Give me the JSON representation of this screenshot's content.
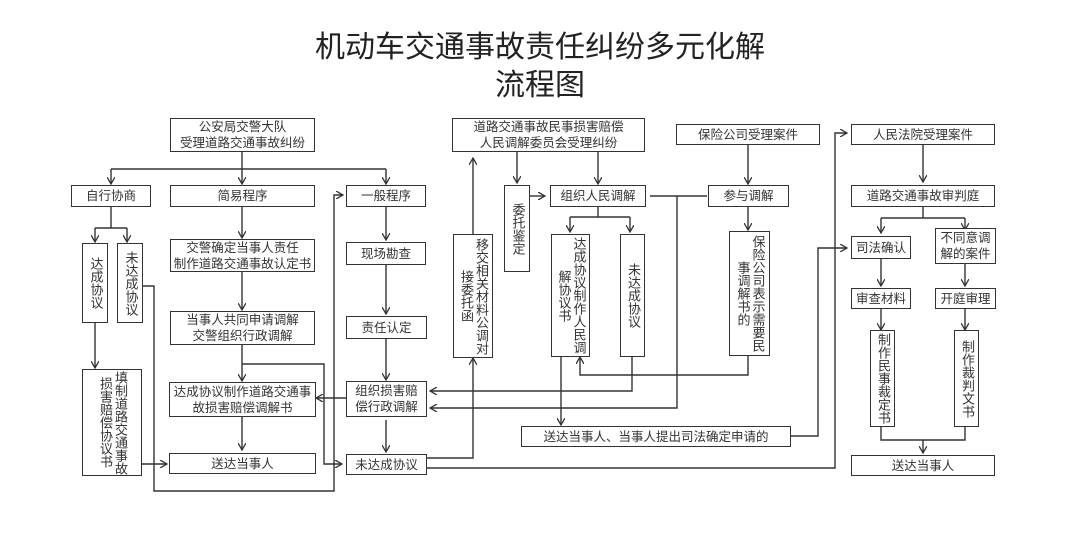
{
  "title": {
    "line1": "机动车交通事故责任纠纷多元化解",
    "line2": "流程图"
  },
  "police": {
    "intake": "公安局交警大队\n受理道路交通事故纠纷",
    "self_negotiation": "自行协商",
    "reached": "达成协议",
    "not_reached": "未达成协议",
    "fill_agreement": "填制道路交通事故损害赔偿协议书",
    "simple_procedure": "简易程序",
    "determine_liability": "交警确定当事人责任\n制作道路交通事故认定书",
    "joint_apply": "当事人共同申请调解\n交警组织行政调解",
    "agreement_doc": "达成协议制作道路交通事\n故损害赔偿调解书",
    "deliver": "送达当事人",
    "general_procedure": "一般程序",
    "site_survey": "现场勘查",
    "liability_finding": "责任认定",
    "admin_mediation": "组织损害赔\n偿行政调解",
    "admin_not_reached": "未达成协议"
  },
  "people_mediation": {
    "committee": "道路交通事故民事损害赔偿\n人民调解委员会受理纠纷",
    "transfer_letter": "移交相关材料公调对接委托函",
    "entrust_appraisal": "委托鉴定",
    "organize": "组织人民调解",
    "reached_doc": "达成协议制作人民调解协议书",
    "not_reached": "未达成协议",
    "deliver_apply": "送达当事人、当事人提出司法确定申请的"
  },
  "insurance": {
    "intake": "保险公司受理案件",
    "participate": "参与调解",
    "statement": "保险公司表示需要民事调解书的"
  },
  "court": {
    "intake": "人民法院受理案件",
    "tribunal": "道路交通事故审判庭",
    "judicial_confirm": "司法确认",
    "disagree_cases": "不同意调\n解的案件",
    "review_materials": "审查材料",
    "open_trial": "开庭审理",
    "civil_ruling": "制作民事裁定书",
    "judgment_doc": "制作裁判文书",
    "deliver": "送达当事人"
  }
}
